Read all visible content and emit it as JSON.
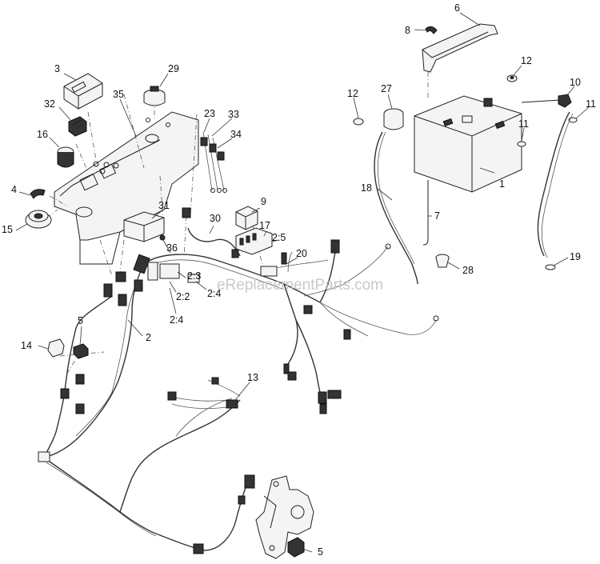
{
  "watermark": "eReplacementParts.com",
  "callouts": {
    "c1": "1",
    "c2": "2",
    "c3": "3",
    "c4": "4",
    "c5a": "5",
    "c5b": "5",
    "c6": "6",
    "c7": "7",
    "c8": "8",
    "c9": "9",
    "c10": "10",
    "c11a": "11",
    "c11b": "11",
    "c12a": "12",
    "c12b": "12",
    "c13": "13",
    "c14": "14",
    "c15": "15",
    "c16": "16",
    "c17": "17",
    "c18": "18",
    "c19": "19",
    "c20": "20",
    "c23": "23",
    "c27": "27",
    "c28": "28",
    "c29": "29",
    "c30": "30",
    "c31": "31",
    "c32": "32",
    "c33": "33",
    "c34": "34",
    "c35": "35",
    "c36": "36",
    "c2_2": "2:2",
    "c2_3": "2:3",
    "c2_4a": "2:4",
    "c2_4b": "2:4",
    "c2_5": "2:5"
  }
}
